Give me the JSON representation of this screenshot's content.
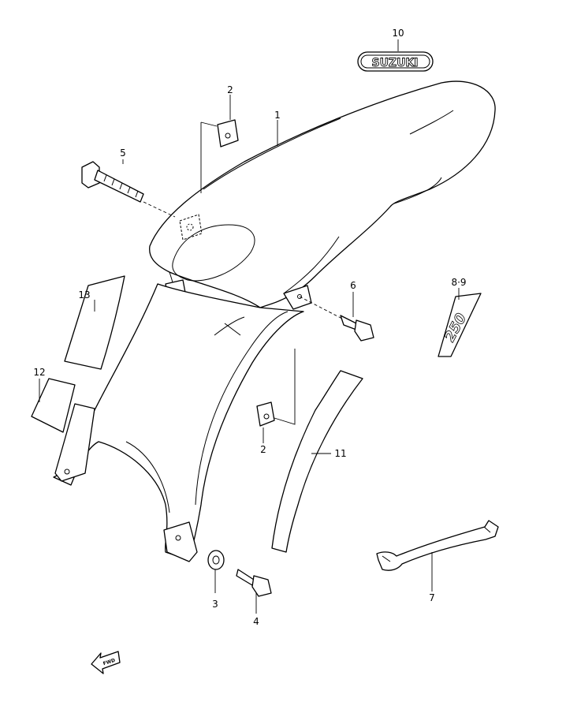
{
  "diagram": {
    "callouts": {
      "c1": "1",
      "c2a": "2",
      "c2b": "2",
      "c3": "3",
      "c4": "4",
      "c5": "5",
      "c6": "6",
      "c7": "7",
      "c89": "8·9",
      "c10": "10",
      "c11": "11",
      "c12": "12",
      "c13": "13"
    },
    "emblem_text": "SUZUKI",
    "decal_text": "250",
    "fwd_text": "FWD"
  }
}
